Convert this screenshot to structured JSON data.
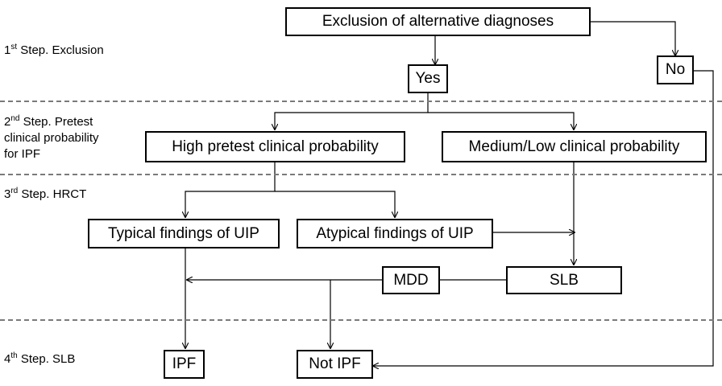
{
  "steps": [
    {
      "num": "1",
      "sup": "st",
      "label": "Step. Exclusion"
    },
    {
      "num": "2",
      "sup": "nd",
      "label": "Step. Pretest",
      "line2": "clinical probability",
      "line3": "for IPF"
    },
    {
      "num": "3",
      "sup": "rd",
      "label": "Step. HRCT"
    },
    {
      "num": "4",
      "sup": "th",
      "label": "Step. SLB"
    }
  ],
  "nodes": {
    "exclusion": "Exclusion of alternative diagnoses",
    "yes": "Yes",
    "no": "No",
    "high": "High pretest clinical probability",
    "medium": "Medium/Low clinical probability",
    "typical": "Typical findings of UIP",
    "atypical": "Atypical findings of UIP",
    "mdd": "MDD",
    "slb": "SLB",
    "ipf": "IPF",
    "not_ipf": "Not IPF"
  },
  "colors": {
    "line": "#000000",
    "divider": "#7a7a7a"
  }
}
